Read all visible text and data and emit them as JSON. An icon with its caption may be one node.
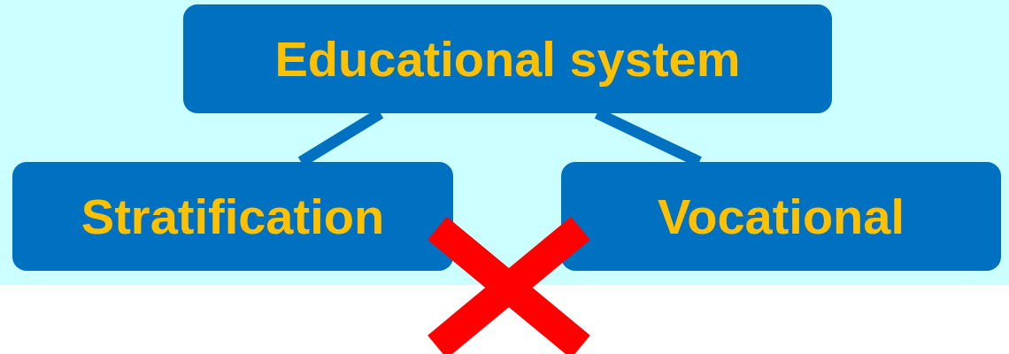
{
  "diagram": {
    "nodes": [
      {
        "text": [
          "Educational system"
        ]
      },
      {
        "text": [
          "Stratification"
        ]
      },
      {
        "text": [
          "Vocational"
        ]
      }
    ],
    "edges": [
      {
        "from": 0,
        "to": 1,
        "arrow": "none"
      },
      {
        "from": 0,
        "to": 2,
        "arrow": "none"
      }
    ]
  }
}
